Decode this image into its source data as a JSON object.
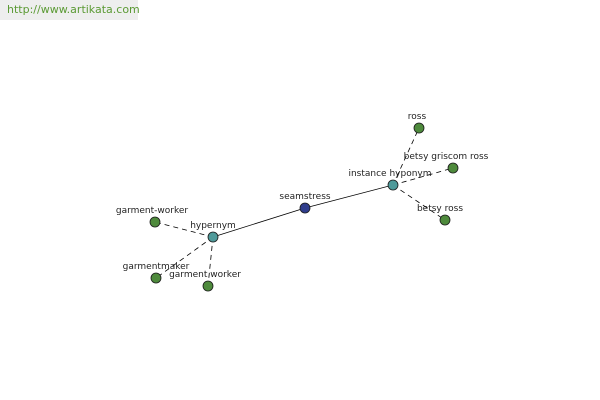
{
  "site_url": "http://www.artikata.com",
  "colors": {
    "center_node": "#2f3d8c",
    "relation_node": "#4f9a9a",
    "leaf_node": "#4e8a3c",
    "edge": "#000000",
    "url_text": "#5b9a34"
  },
  "graph": {
    "nodes": [
      {
        "id": "seamstress",
        "label": "seamstress",
        "kind": "center"
      },
      {
        "id": "hypernym",
        "label": "hypernym",
        "kind": "relation"
      },
      {
        "id": "instance_hyponym",
        "label": "instance hyponym",
        "kind": "relation"
      },
      {
        "id": "garment_worker_hyphen",
        "label": "garment-worker",
        "kind": "leaf"
      },
      {
        "id": "garmentmaker",
        "label": "garmentmaker",
        "kind": "leaf"
      },
      {
        "id": "garment_worker",
        "label": "garment worker",
        "kind": "leaf"
      },
      {
        "id": "ross",
        "label": "ross",
        "kind": "leaf"
      },
      {
        "id": "betsy_griscom_ross",
        "label": "betsy griscom ross",
        "kind": "leaf"
      },
      {
        "id": "betsy_ross",
        "label": "betsy ross",
        "kind": "leaf"
      }
    ],
    "edges": [
      {
        "from": "seamstress",
        "to": "hypernym",
        "style": "solid"
      },
      {
        "from": "seamstress",
        "to": "instance_hyponym",
        "style": "solid"
      },
      {
        "from": "hypernym",
        "to": "garment_worker_hyphen",
        "style": "dashed"
      },
      {
        "from": "hypernym",
        "to": "garmentmaker",
        "style": "dashed"
      },
      {
        "from": "hypernym",
        "to": "garment_worker",
        "style": "dashed"
      },
      {
        "from": "instance_hyponym",
        "to": "ross",
        "style": "dashed"
      },
      {
        "from": "instance_hyponym",
        "to": "betsy_griscom_ross",
        "style": "dashed"
      },
      {
        "from": "instance_hyponym",
        "to": "betsy_ross",
        "style": "dashed"
      }
    ]
  }
}
